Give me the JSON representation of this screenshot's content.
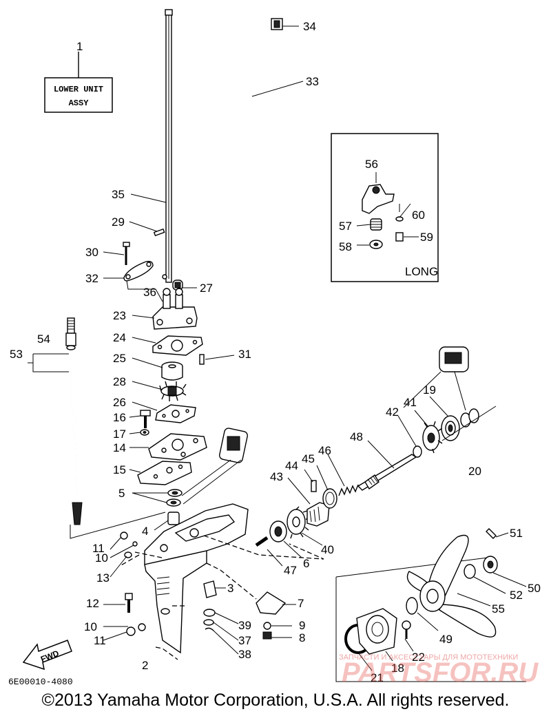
{
  "assembly_box": {
    "line1": "LOWER UNIT",
    "line2": "ASSY"
  },
  "long_box": {
    "label": "LONG"
  },
  "fwd_arrow": {
    "label": "FWD"
  },
  "diagram_id": "6E00010-4080",
  "copyright": "©2013 Yamaha Motor Corporation, U.S.A. All rights reserved.",
  "watermark": {
    "shop": "ЗАПЧАСТИ И АКСЕССУАРЫ ДЛЯ МОТОТЕХНИКИ",
    "brand": "PARTSFOR.RU"
  },
  "callouts": {
    "c1": "1",
    "c2": "2",
    "c3": "3",
    "c4": "4",
    "c5": "5",
    "c6": "6",
    "c7": "7",
    "c8": "8",
    "c9": "9",
    "c10a": "10",
    "c10b": "10",
    "c11a": "11",
    "c11b": "11",
    "c12": "12",
    "c13": "13",
    "c14": "14",
    "c15": "15",
    "c16": "16",
    "c17": "17",
    "c18": "18",
    "c19": "19",
    "c20": "20",
    "c21": "21",
    "c22": "22",
    "c23": "23",
    "c24": "24",
    "c25": "25",
    "c26": "26",
    "c27": "27",
    "c28": "28",
    "c29": "29",
    "c30": "30",
    "c31": "31",
    "c32": "32",
    "c33": "33",
    "c34": "34",
    "c35": "35",
    "c36": "36",
    "c37": "37",
    "c38": "38",
    "c39": "39",
    "c40": "40",
    "c41": "41",
    "c42": "42",
    "c43": "43",
    "c44": "44",
    "c45": "45",
    "c46": "46",
    "c47": "47",
    "c48": "48",
    "c49": "49",
    "c50": "50",
    "c51": "51",
    "c52": "52",
    "c53": "53",
    "c54": "54",
    "c55": "55",
    "c56": "56",
    "c57": "57",
    "c58": "58",
    "c59": "59",
    "c60": "60"
  }
}
